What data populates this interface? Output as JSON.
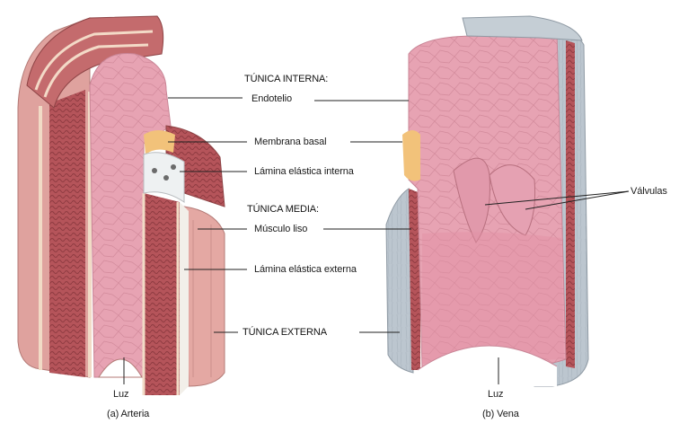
{
  "labels": {
    "tunica_interna": "TÚNICA INTERNA:",
    "endotelio": "Endotelio",
    "membrana_basal": "Membrana basal",
    "lamina_elastica_interna": "Lámina elástica interna",
    "tunica_media": "TÚNICA MEDIA:",
    "musculo_liso": "Músculo liso",
    "lamina_elastica_externa": "Lámina elástica externa",
    "tunica_externa": "TÚNICA EXTERNA",
    "valvulas": "Válvulas"
  },
  "captions": {
    "luz_arteria": "Luz",
    "arteria": "(a) Arteria",
    "luz_vena": "Luz",
    "vena": "(b) Vena"
  },
  "colors": {
    "intima_pink": "#e9a7b5",
    "muscle_red": "#b9565a",
    "adventitia": "#e4a8a3",
    "vein_grey": "#b9c3cc",
    "basal_yellow": "#f2c27a"
  }
}
